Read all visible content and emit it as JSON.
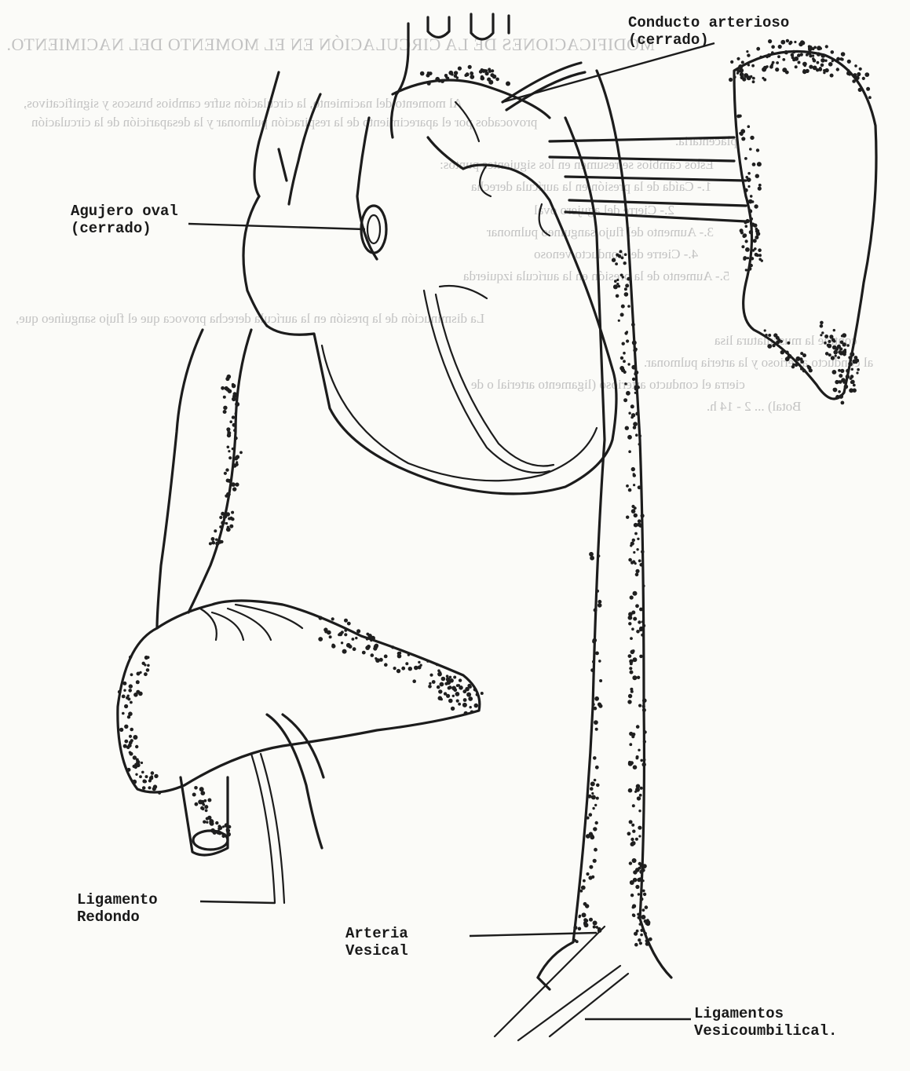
{
  "background_text": {
    "title": "MODIFICACIONES DE LA CIRCULACIÓN EN EL MOMENTO DEL NACIMIENTO.",
    "lines": [
      "Al momento del nacimiento, la circulación sufre cambios bruscos y significativos,",
      "provocados por el aparecimiento de la respiración pulmonar y la desaparición de la circulación",
      "placentaria.",
      "Estos cambios se resumen en los siguientes puntos:",
      "1.- Caída de la presión en la aurícula derecha",
      "2.- Cierre del agujero oval",
      "3.- Aumento del flujo sanguíneo pulmonar",
      "4.- Cierre del conducto venoso",
      "5.- Aumento de la presión en la aurícula izquierda",
      "La disminución de la presión en la aurícula derecha provoca que el flujo sanguíneo que,",
      "contrae la musculatura lisa",
      "al conducto arterioso y la arteria pulmonar.",
      "cierra el conducto arterioso (ligamento arterial o de",
      "Botal) ... 2 - 14 h."
    ]
  },
  "labels": {
    "conducto_arterioso": "Conducto arterioso\n(cerrado)",
    "agujero_oval": "Agujero oval\n(cerrado)",
    "ligamento_redondo": "Ligamento\nRedondo",
    "arteria_vesical": "Arteria\nVesical",
    "ligamentos_vesicoumbilical": "Ligamentos\nVesicoumbilical."
  },
  "colors": {
    "ink": "#1c1c1c",
    "ghost_text": "#b9b9b9",
    "paper": "#fbfbf8"
  }
}
